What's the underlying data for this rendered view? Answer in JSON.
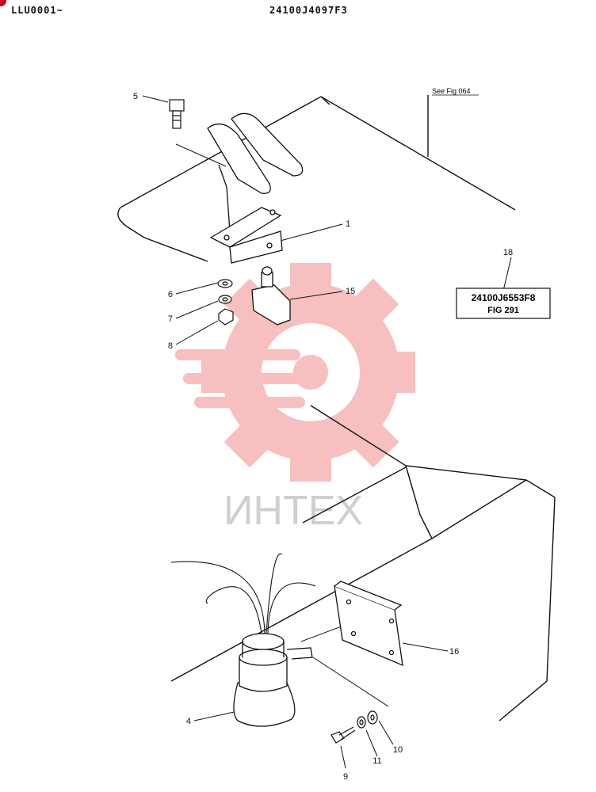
{
  "header": {
    "left_code": "LLU0001~",
    "center_code": "24100J4097F3"
  },
  "see_ref": "See Fig 064",
  "reference_box": {
    "callout": "18",
    "part_code": "24100J6553F8",
    "figure": "FIG 291"
  },
  "callouts": {
    "c1": "1",
    "c4": "4",
    "c5": "5",
    "c6": "6",
    "c7": "7",
    "c8": "8",
    "c9": "9",
    "c10": "10",
    "c11": "11",
    "c15": "15",
    "c16": "16"
  },
  "watermark": {
    "text": "ИНТЕХ",
    "color": "#f28b8b"
  }
}
